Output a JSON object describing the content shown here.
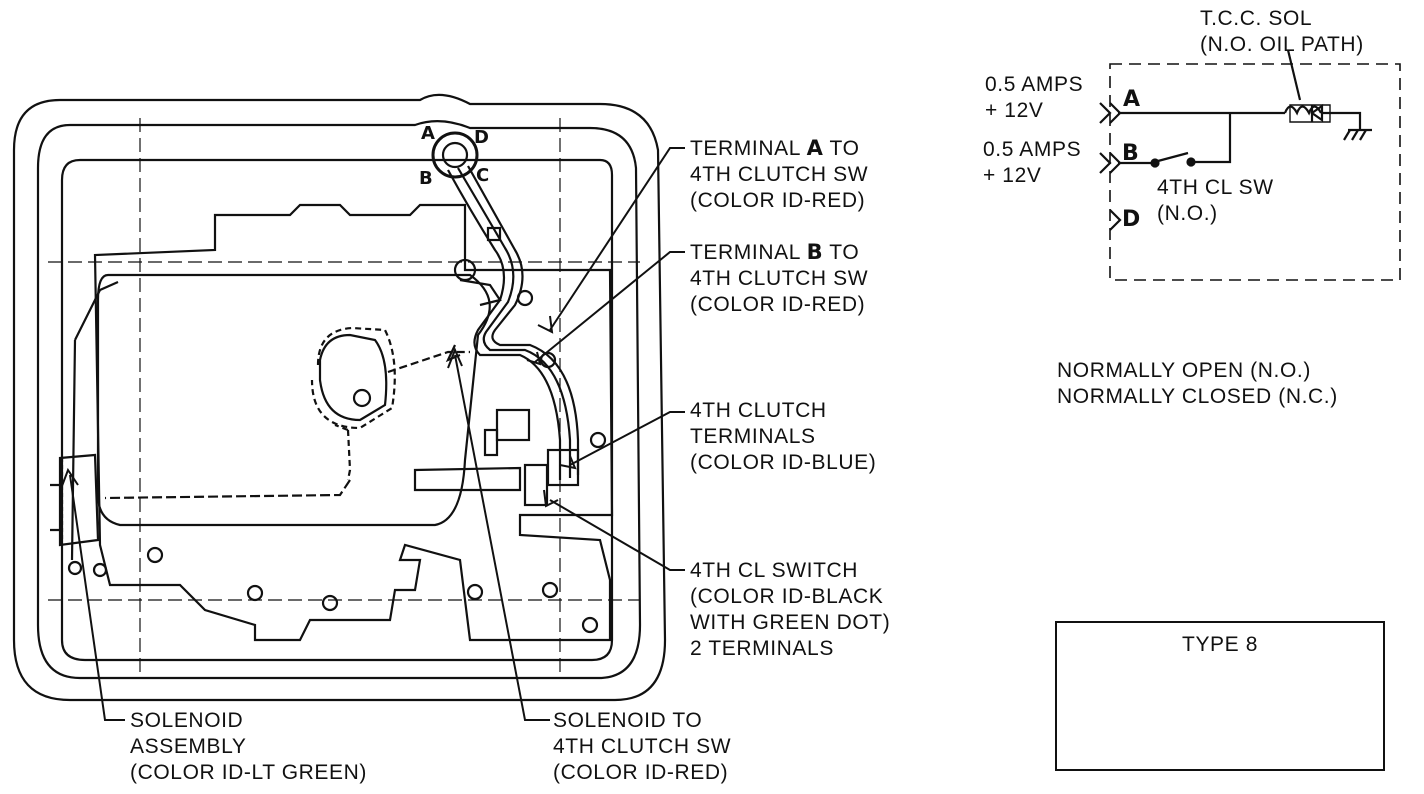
{
  "labels": {
    "terminal_a": [
      "TERMINAL ",
      "A",
      " TO",
      "4TH CLUTCH SW",
      "(COLOR ID-RED)"
    ],
    "terminal_b": [
      "TERMINAL ",
      "B",
      " TO",
      "4TH CLUTCH SW",
      "(COLOR ID-RED)"
    ],
    "clutch_terminals": [
      "4TH CLUTCH",
      "TERMINALS",
      "(COLOR ID-BLUE)"
    ],
    "cl_switch": [
      "4TH CL SWITCH",
      "(COLOR ID-BLACK",
      "WITH GREEN DOT)",
      "2 TERMINALS"
    ],
    "solenoid_assembly": [
      "SOLENOID",
      "ASSEMBLY",
      "(COLOR ID-LT GREEN)"
    ],
    "solenoid_to_switch": [
      "SOLENOID TO",
      "4TH CLUTCH SW",
      "(COLOR ID-RED)"
    ]
  },
  "connector_pins": {
    "a": "A",
    "b": "B",
    "c": "C",
    "d": "D"
  },
  "schematic": {
    "solenoid_title": [
      "T.C.C. SOL",
      "(N.O. OIL PATH)"
    ],
    "input_a": [
      "0.5 AMPS",
      "+ 12V"
    ],
    "input_b": [
      "0.5 AMPS",
      "+ 12V"
    ],
    "pin_a": "A",
    "pin_b": "B",
    "pin_d": "D",
    "switch_label": [
      "4TH CL SW",
      "(N.O.)"
    ]
  },
  "legend": [
    "NORMALLY OPEN (N.O.)",
    "NORMALLY CLOSED (N.C.)"
  ],
  "type_box": "TYPE 8"
}
